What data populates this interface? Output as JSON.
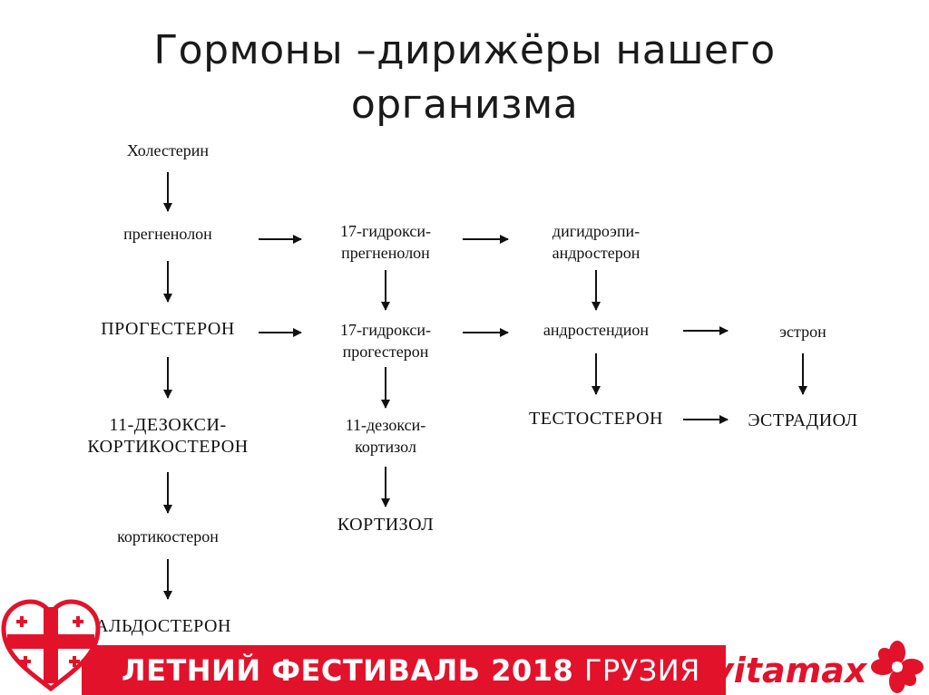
{
  "title": {
    "line1": "Гормоны –дирижёры нашего",
    "line2": "организма"
  },
  "nodes": {
    "cholesterol": "Холестерин",
    "pregnenolone": "прегненолон",
    "hydroxy_pregnenolone_1": "17-гидрокси-",
    "hydroxy_pregnenolone_2": "прегненолон",
    "dhea_1": "дигидроэпи-",
    "dhea_2": "андростерон",
    "progesterone": "ПРОГЕСТЕРОН",
    "hydroxy_progesterone_1": "17-гидрокси-",
    "hydroxy_progesterone_2": "прогестерон",
    "androstenedione": "андростендион",
    "estrone": "эстрон",
    "deoxycorticosterone_1": "11-ДЕЗОКСИ-",
    "deoxycorticosterone_2": "КОРТИКОСТЕРОН",
    "deoxycortisol_1": "11-дезокси-",
    "deoxycortisol_2": "кортизол",
    "testosterone": "ТЕСТОСТЕРОН",
    "estradiol": "ЭСТРАДИОЛ",
    "corticosterone": "кортикостерон",
    "cortisol": "КОРТИЗОЛ",
    "aldosterone": "АЛЬДОСТЕРОН"
  },
  "footer": {
    "banner_main": "ЛЕТНИЙ ФЕСТИВАЛЬ 2018 ",
    "banner_country": "ГРУЗИЯ",
    "brand": "vitamax",
    "colors": {
      "banner": "#e3122b",
      "brand": "#e3122b"
    }
  }
}
